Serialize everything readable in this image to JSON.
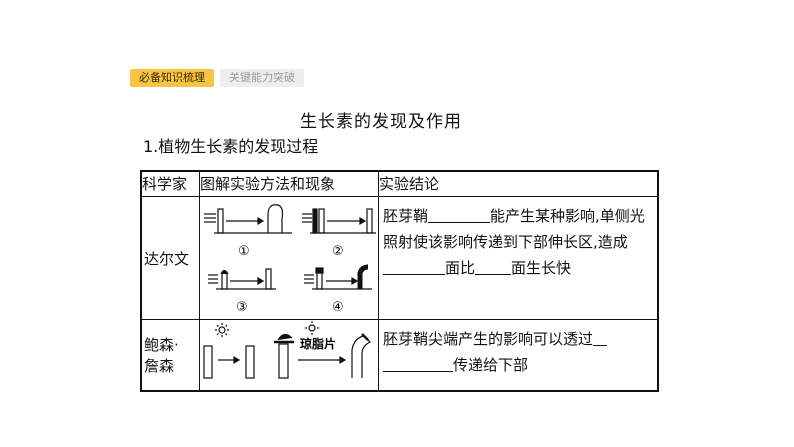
{
  "tabs": [
    {
      "label": "必备知识梳理",
      "active": true
    },
    {
      "label": "关键能力突破",
      "active": false
    }
  ],
  "heading": "生长素的发现及作用",
  "section": "1.植物生长素的发现过程",
  "table": {
    "headers": [
      "科学家",
      "图解实验方法和现象",
      "实验结论"
    ],
    "rows": [
      {
        "scientist": "达尔文",
        "figure_labels": [
          "①",
          "②",
          "③",
          "④"
        ],
        "conclusion_parts": [
          "胚芽鞘",
          "能产生某种影响,单侧光照射使该影响传递到下部伸长区,造成",
          "面比",
          "面生长快"
        ]
      },
      {
        "scientist_line1": "鲍森·",
        "scientist_line2": "詹森",
        "figure_label": "琼脂片",
        "conclusion_parts": [
          "胚芽鞘尖端产生的影响可以透过",
          "传递给下部"
        ]
      }
    ]
  }
}
